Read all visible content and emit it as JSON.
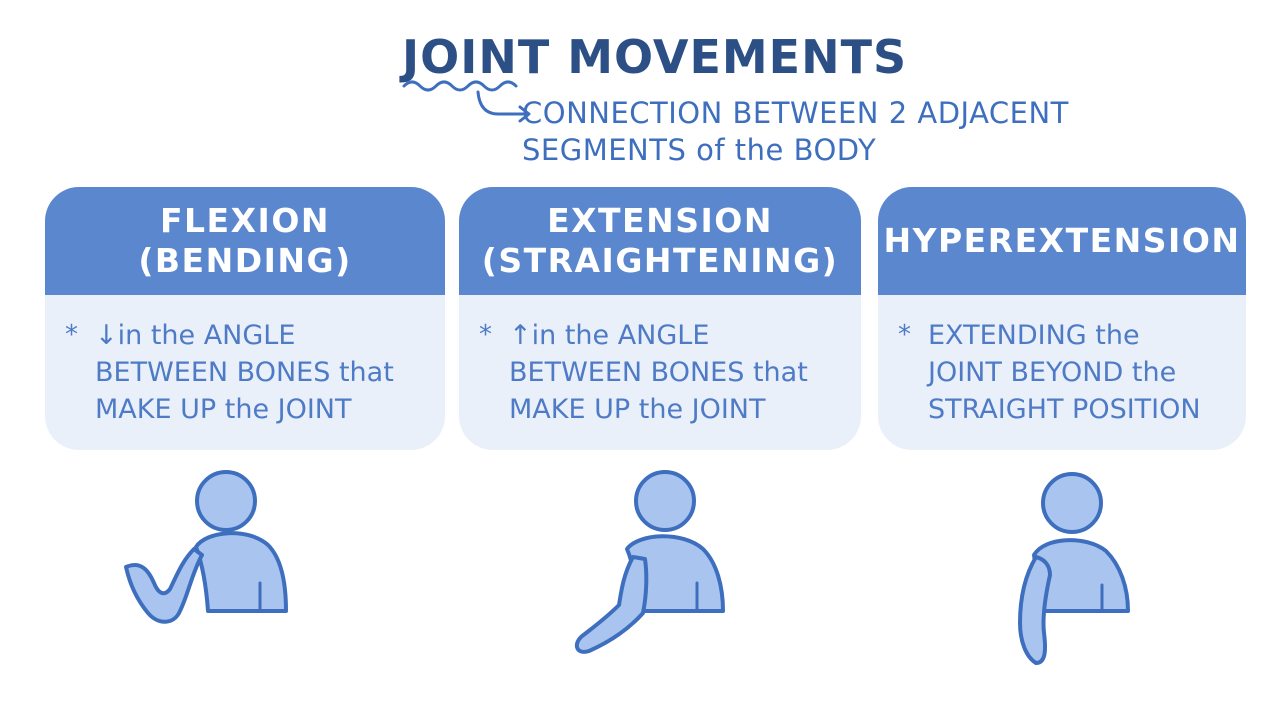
{
  "header": {
    "title": "JOINT MOVEMENTS",
    "definition_line1": "CONNECTION BETWEEN 2 ADJACENT",
    "definition_line2": "SEGMENTS of the BODY"
  },
  "cards": [
    {
      "title_line1": "FLEXION",
      "title_line2": "(BENDING)",
      "bullet": "*",
      "body_line1": "↓in the ANGLE",
      "body_line2": "BETWEEN BONES that",
      "body_line3": "MAKE UP the JOINT"
    },
    {
      "title_line1": "EXTENSION",
      "title_line2": "(STRAIGHTENING)",
      "bullet": "*",
      "body_line1": "↑in the ANGLE",
      "body_line2": "BETWEEN BONES that",
      "body_line3": "MAKE UP the JOINT"
    },
    {
      "title_line1": "HYPEREXTENSION",
      "bullet": "*",
      "body_line1": "EXTENDING the",
      "body_line2": "JOINT BEYOND the",
      "body_line3": "STRAIGHT POSITION"
    }
  ],
  "colors": {
    "title": "#2c4f86",
    "accent_text": "#3e6fbf",
    "card_header": "#5b87cf",
    "card_body": "#e9f0fa",
    "figure_fill": "#a9c4ee",
    "figure_stroke": "#3e6fbf"
  }
}
